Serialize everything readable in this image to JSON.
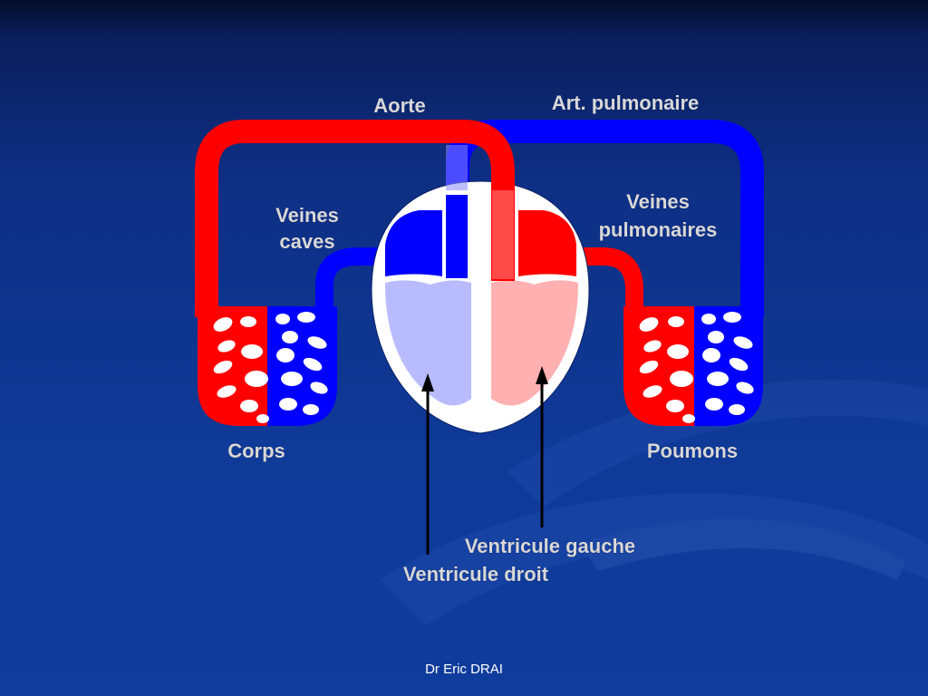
{
  "labels": {
    "aorte": "Aorte",
    "art_pulmonaire": "Art. pulmonaire",
    "veines_caves_line1": "Veines",
    "veines_caves_line2": "caves",
    "veines_pulmonaires_line1": "Veines",
    "veines_pulmonaires_line2": "pulmonaires",
    "corps": "Corps",
    "poumons": "Poumons",
    "ventricule_gauche": "Ventricule gauche",
    "ventricule_droit": "Ventricule droit"
  },
  "footer": {
    "author": "Dr Eric DRAI"
  },
  "colors": {
    "oxygenated": "#ff0000",
    "deoxygenated": "#0000ff",
    "left_ventricle_fill": "#ffb0b0",
    "right_ventricle_fill": "#b8bcff",
    "heart_wall": "#ffffff",
    "background": "#0f3a98",
    "label_text": "#d8d8d8"
  }
}
